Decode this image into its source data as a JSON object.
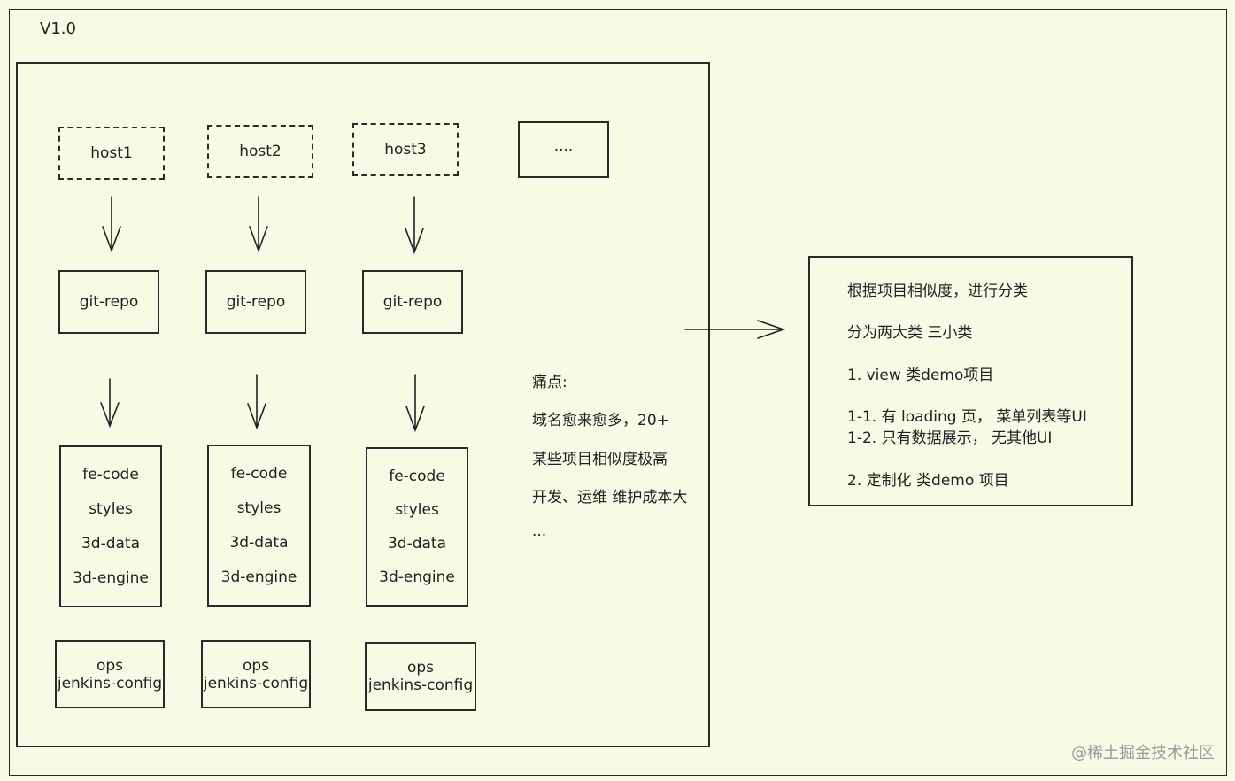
{
  "version_label": "V1.0",
  "hosts": [
    {
      "host": "host1",
      "repo": "git-repo",
      "components": [
        "fe-code",
        "styles",
        "3d-data",
        "3d-engine"
      ],
      "ops": [
        "ops",
        "jenkins-config"
      ]
    },
    {
      "host": "host2",
      "repo": "git-repo",
      "components": [
        "fe-code",
        "styles",
        "3d-data",
        "3d-engine"
      ],
      "ops": [
        "ops",
        "jenkins-config"
      ]
    },
    {
      "host": "host3",
      "repo": "git-repo",
      "components": [
        "fe-code",
        "styles",
        "3d-data",
        "3d-engine"
      ],
      "ops": [
        "ops",
        "jenkins-config"
      ]
    }
  ],
  "more_box": "....",
  "pain_points": {
    "title": "痛点:",
    "items": [
      "域名愈来愈多，20+",
      "某些项目相似度极高",
      "开发、运维 维护成本大",
      "..."
    ]
  },
  "summary": {
    "lines": [
      "根据项目相似度，进行分类",
      "分为两大类 三小类",
      "1. view 类demo项目",
      "1-1. 有 loading 页， 菜单列表等UI",
      "1-2. 只有数据展示，  无其他UI",
      "2. 定制化 类demo 项目"
    ]
  },
  "watermark": "@稀土掘金技术社区"
}
